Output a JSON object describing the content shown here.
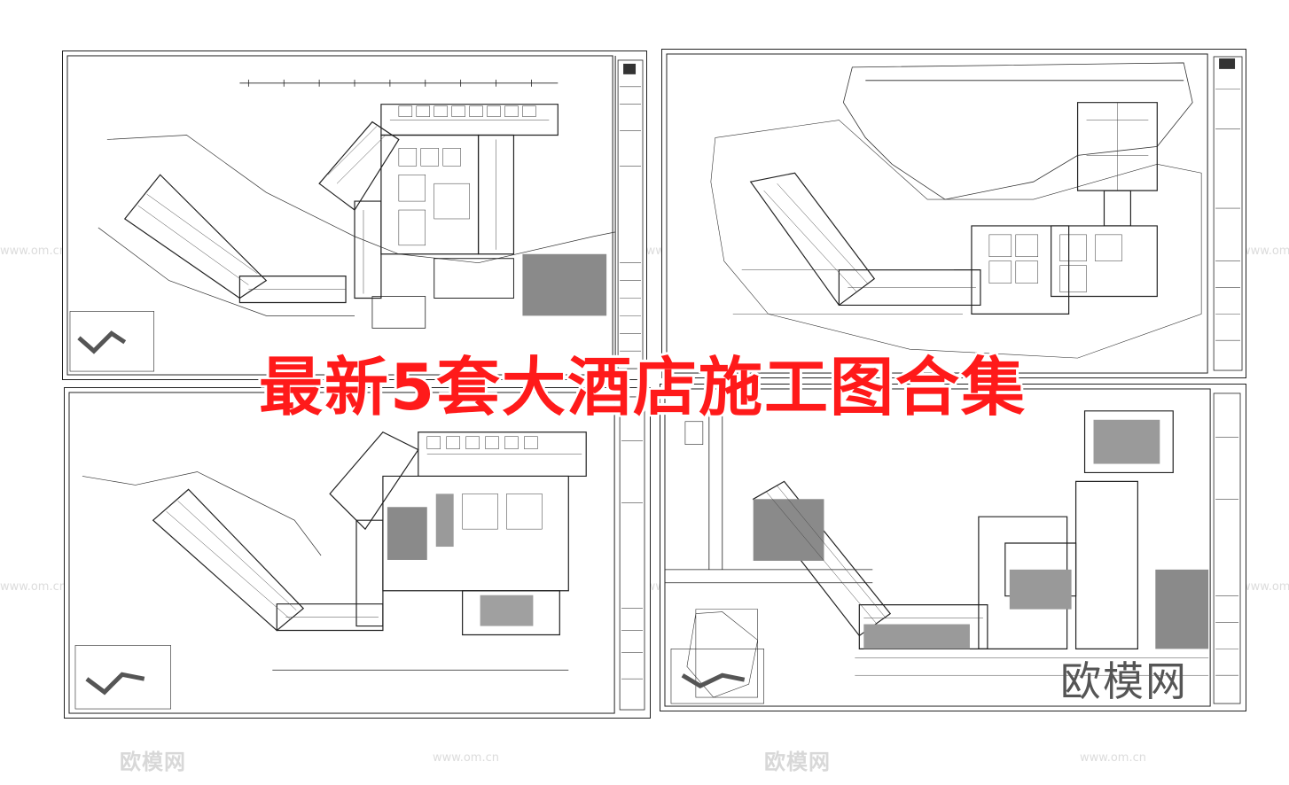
{
  "headline": "最新5套大酒店施工图合集",
  "brand": "欧模网",
  "watermark": {
    "logo_text": "欧模网",
    "url_text": "www.om.cn",
    "color": "#d8d8d8"
  },
  "colors": {
    "headline": "#ff1a1a",
    "line": "#222222",
    "fill_gray": "#8a8a8a"
  },
  "sheets": [
    {
      "id": "top-left",
      "description_icon": "hotel-floorplan"
    },
    {
      "id": "top-right",
      "description_icon": "hotel-floorplan"
    },
    {
      "id": "bottom-left",
      "description_icon": "hotel-floorplan"
    },
    {
      "id": "bottom-right",
      "description_icon": "hotel-floorplan"
    }
  ]
}
